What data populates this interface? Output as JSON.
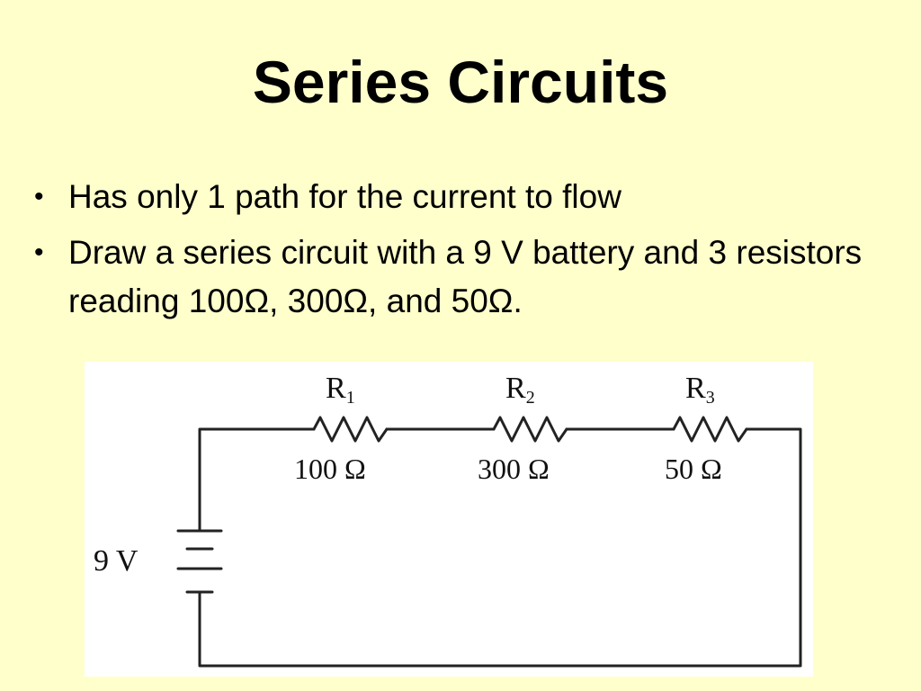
{
  "title": "Series Circuits",
  "bullets": [
    "Has only 1 path for the current to flow",
    "Draw a series circuit with a 9 V battery and 3 resistors reading 100Ω, 300Ω, and 50Ω."
  ],
  "diagram": {
    "battery_label": "9 V",
    "resistors": [
      {
        "name": "R",
        "sub": "1",
        "value": "100 Ω"
      },
      {
        "name": "R",
        "sub": "2",
        "value": "300 Ω"
      },
      {
        "name": "R",
        "sub": "3",
        "value": "50 Ω"
      }
    ]
  }
}
